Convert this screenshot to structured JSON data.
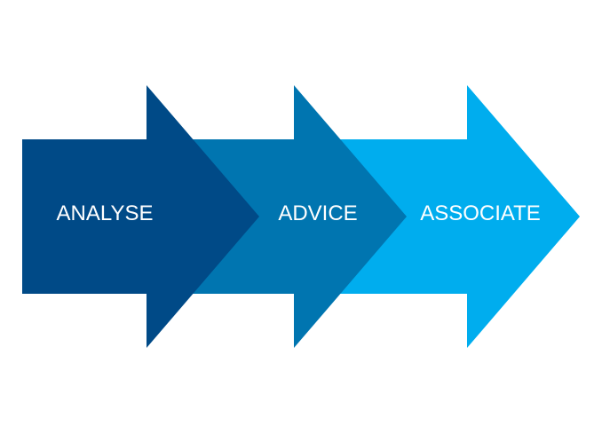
{
  "steps": [
    {
      "label": "ANALYSE",
      "color": "#004a87"
    },
    {
      "label": "ADVICE",
      "color": "#0075b0"
    },
    {
      "label": "ASSOCIATE",
      "color": "#00adee"
    }
  ]
}
